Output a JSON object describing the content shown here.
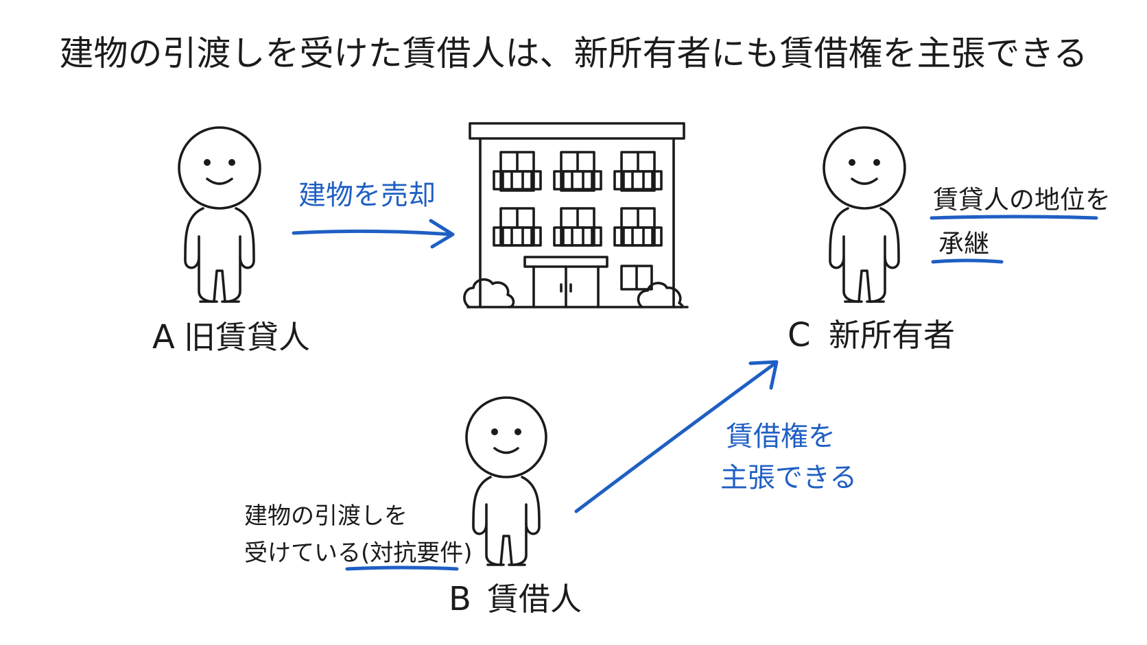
{
  "title": "建物の引渡しを受けた賃借人は、新所有者にも賃借権を主張できる",
  "colors": {
    "ink": "#1b1b1b",
    "accent": "#1f5fc4",
    "background": "#ffffff"
  },
  "persons": {
    "a": {
      "letter": "A",
      "role": "旧賃貸人"
    },
    "b": {
      "letter": "B",
      "role": "賃借人"
    },
    "c": {
      "letter": "C",
      "role": "新所有者"
    }
  },
  "annotations": {
    "sale_label": "建物を売却",
    "succession_line1": "賃貸人の地位を",
    "succession_line2": "承継",
    "claim_line1": "賃借権を",
    "claim_line2": "主張できる",
    "requirement_line1": "建物の引渡しを",
    "requirement_line2_prefix": "受けている",
    "requirement_line2_emphasis": "(対抗要件)"
  },
  "icons": {
    "person": "person-icon",
    "building": "apartment-building-icon",
    "arrow": "arrow-icon"
  }
}
